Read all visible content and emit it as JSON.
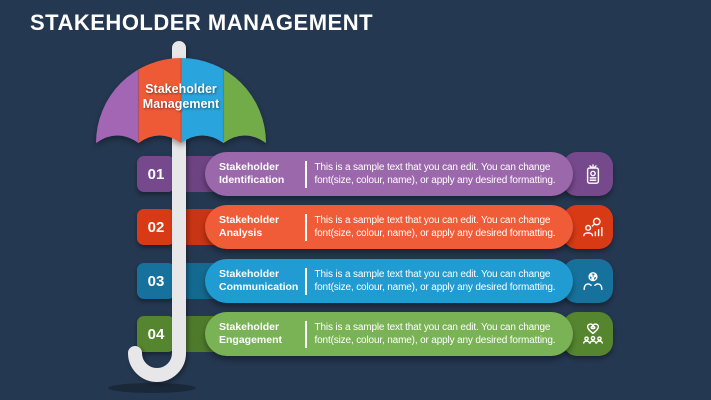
{
  "slide": {
    "title": "STAKEHOLDER MANAGEMENT",
    "background_color": "#253851"
  },
  "umbrella": {
    "label": "Stakeholder Management",
    "pole_color": "#E7E6E8",
    "segments": [
      {
        "name": "segment-1",
        "color": "#A366B4"
      },
      {
        "name": "segment-2",
        "color": "#EE5A36"
      },
      {
        "name": "segment-3",
        "color": "#29A4DC"
      },
      {
        "name": "segment-4",
        "color": "#72AC49"
      }
    ]
  },
  "rows": [
    {
      "number": "01",
      "label": "Stakeholder Identification",
      "body": "This is a sample text that you can edit. You can change font(size, colour, name), or apply any desired formatting.",
      "banner_color": "#9C68AC",
      "dark_color": "#76498D",
      "icon": "id-badge-icon"
    },
    {
      "number": "02",
      "label": "Stakeholder Analysis",
      "body": "This is a sample text that you can edit. You can change font(size, colour, name), or apply any desired formatting.",
      "banner_color": "#F05B38",
      "dark_color": "#D93A16",
      "icon": "person-chart-analysis-icon"
    },
    {
      "number": "03",
      "label": "Stakeholder Communication",
      "body": "This is a sample text that you can edit. You can change font(size, colour, name), or apply any desired formatting.",
      "banner_color": "#209CD2",
      "dark_color": "#16729C",
      "icon": "hands-network-icon"
    },
    {
      "number": "04",
      "label": "Stakeholder Engagement",
      "body": "This is a sample text that you can edit. You can change font(size, colour, name), or apply any desired formatting.",
      "banner_color": "#79B356",
      "dark_color": "#55862F",
      "icon": "people-heart-icon"
    }
  ]
}
